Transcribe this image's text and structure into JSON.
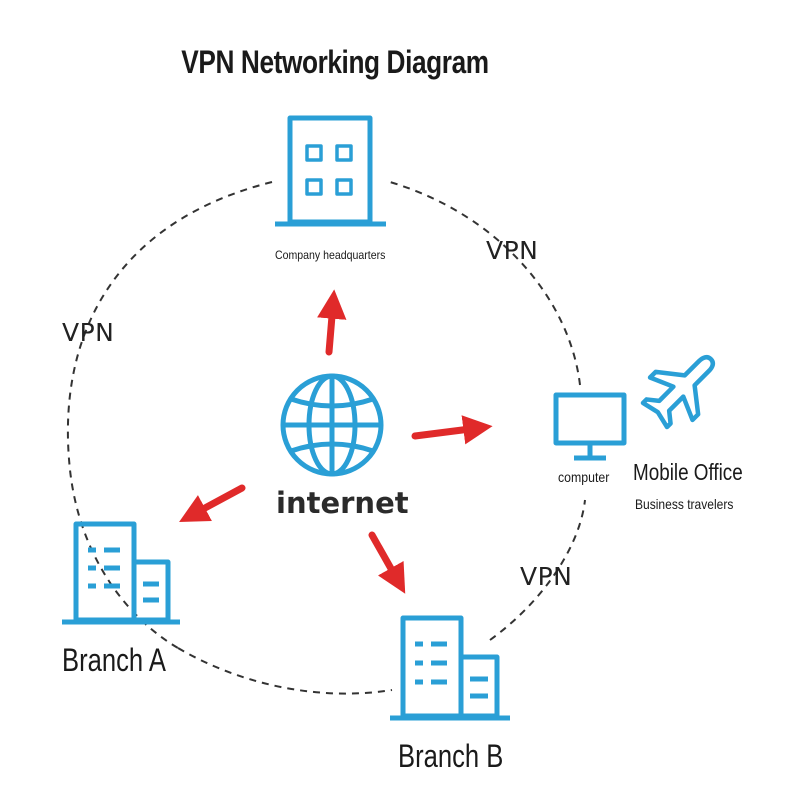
{
  "title": "VPN Networking Diagram",
  "nodes": {
    "headquarters": {
      "label": "Company headquarters"
    },
    "internet": {
      "label": "internet"
    },
    "computer": {
      "label": "computer"
    },
    "mobile_office": {
      "label": "Mobile Office",
      "sublabel": "Business travelers"
    },
    "branch_a": {
      "label": "Branch A"
    },
    "branch_b": {
      "label": "Branch B"
    }
  },
  "links": {
    "vpn_left": "VPN",
    "vpn_right_top": "VPN",
    "vpn_right_bottom": "VPN"
  },
  "colors": {
    "icon_blue": "#2a9fd6",
    "arrow_red": "#e02a2a",
    "dashed_ring": "#333333"
  }
}
